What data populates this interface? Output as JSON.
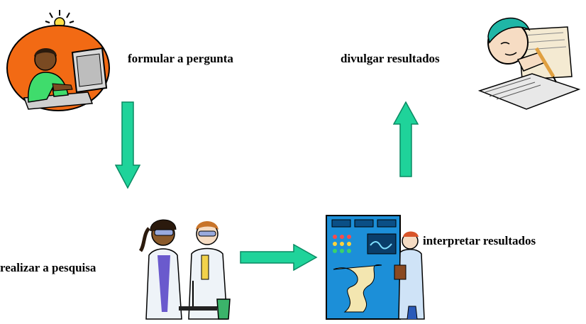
{
  "steps": {
    "formular": "formular a pergunta",
    "divulgar": "divulgar resultados",
    "realizar": "realizar a pesquisa",
    "interpretar": "interpretar resultados"
  },
  "colors": {
    "arrow_fill": "#1fd39a",
    "arrow_stroke": "#0a8a63",
    "orange_bg": "#f26a14",
    "shirt_green": "#3fdc6c"
  },
  "icons": {
    "formular": "person-at-computer-lightbulb-icon",
    "divulgar": "person-writing-icon",
    "realizar": "scientists-lab-icon",
    "interpretar": "scientist-control-panel-icon"
  }
}
